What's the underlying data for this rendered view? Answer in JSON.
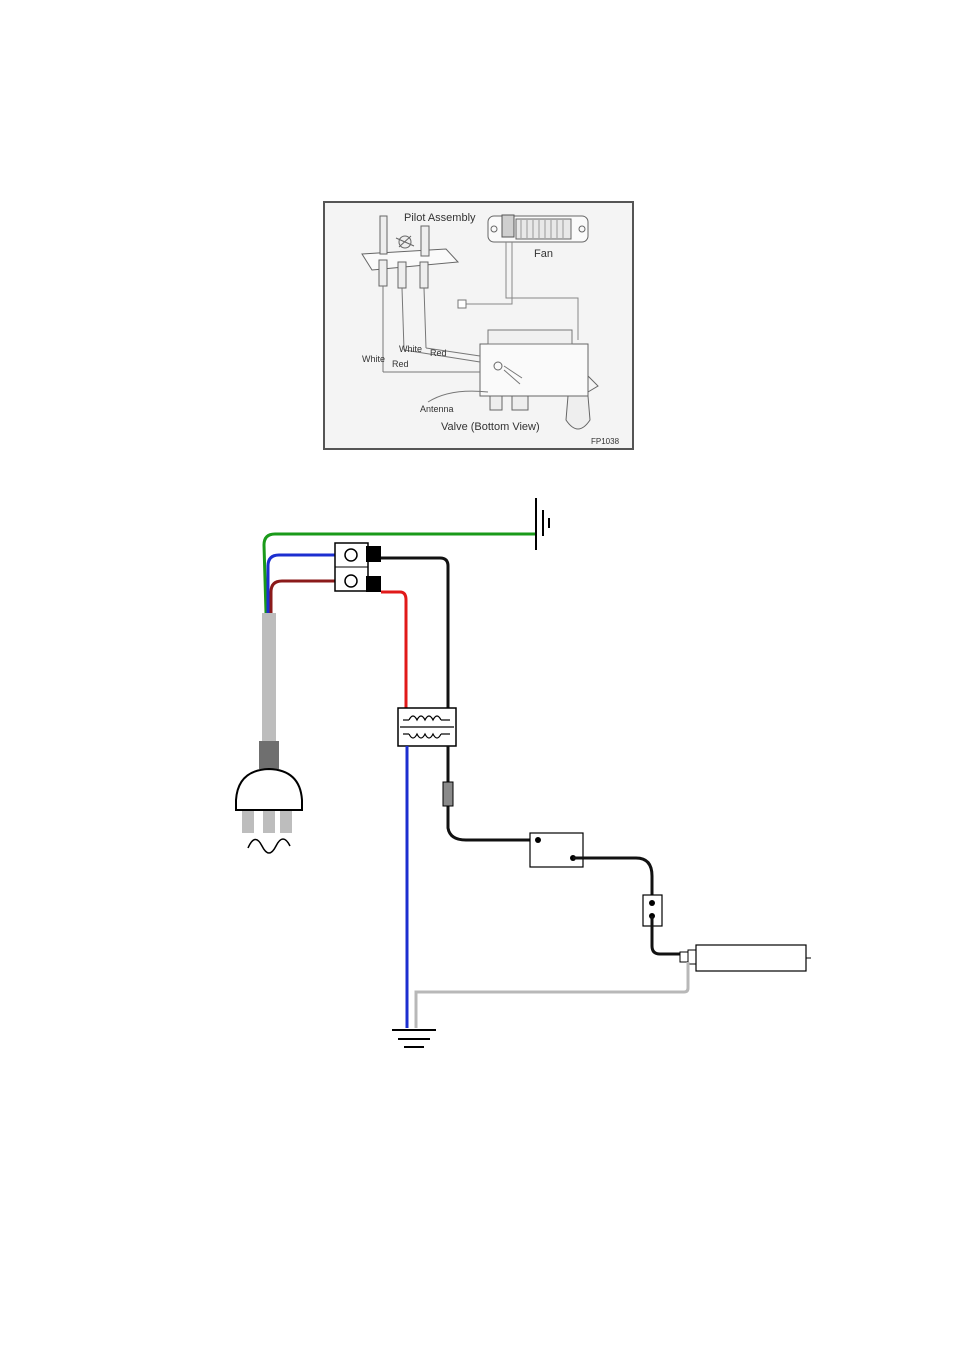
{
  "pilot_diagram": {
    "title": "Pilot Assembly",
    "fan_label": "Fan",
    "white_label_upper": "White",
    "red_label_upper": "Red",
    "white_label_lower": "White",
    "red_label_lower": "Red",
    "antenna_label": "Antenna",
    "valve_label": "Valve (Bottom View)",
    "figure_code": "FP1038"
  },
  "wiring_diagram": {
    "colors": {
      "earth_wire": "#1a9a1a",
      "neutral_wire": "#1c2fd0",
      "active_wire": "#8b1a1a",
      "red_wire": "#e11a1a",
      "black_wire": "#111111",
      "cable": "#bdbdbd",
      "ground_return": "#b8b8b8"
    }
  }
}
